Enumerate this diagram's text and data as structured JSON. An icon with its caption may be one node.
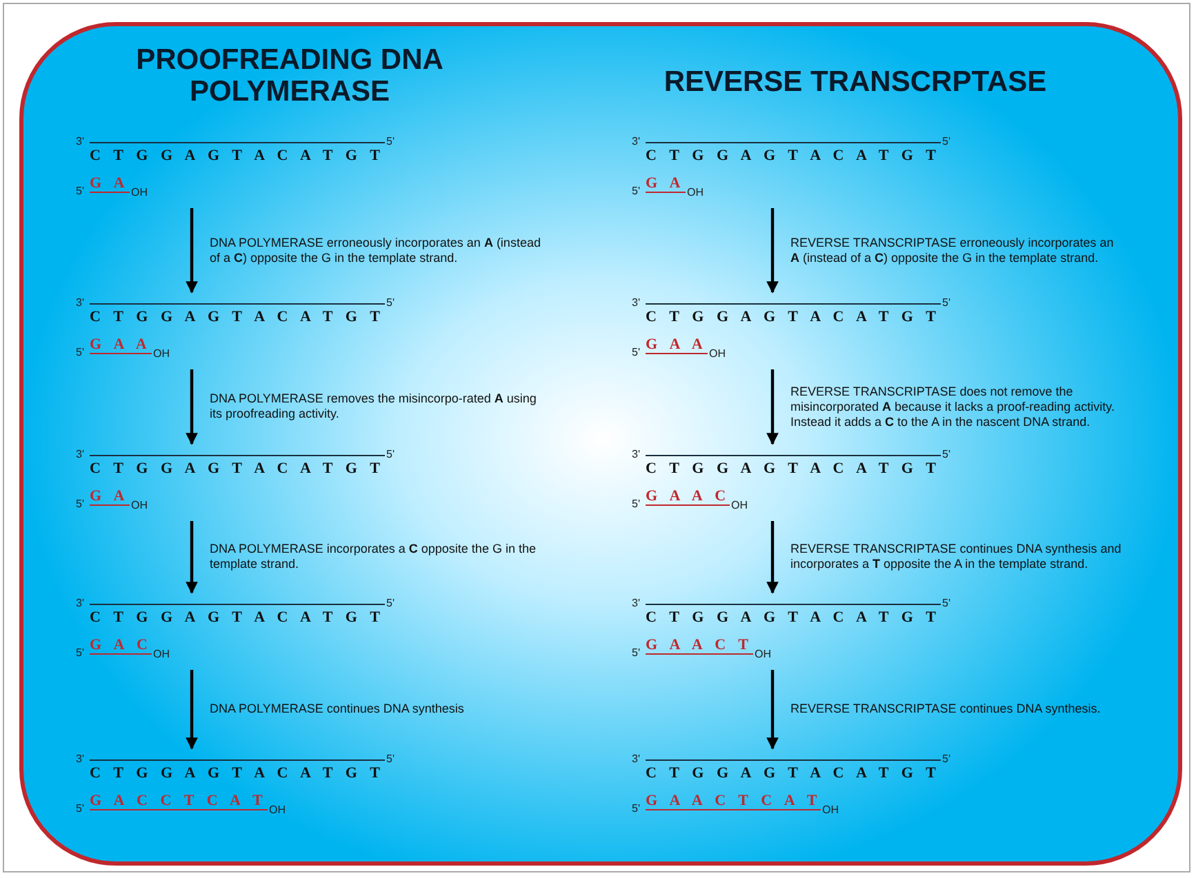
{
  "diagram": {
    "nodes": [
      {
        "text": [
          "3'",
          "C T G G A G T A C A T G T",
          "5'",
          "5'",
          "G A",
          "OH"
        ]
      },
      {
        "text": [
          "3'",
          "C T G G A G T A C A T G T",
          "5'",
          "5'",
          "G A A",
          "OH"
        ]
      },
      {
        "text": [
          "3'",
          "C T G G A G T A C A T G T",
          "5'",
          "5'",
          "G A",
          "OH"
        ]
      },
      {
        "text": [
          "3'",
          "C T G G A G T A C A T G T",
          "5'",
          "5'",
          "G A C",
          "OH"
        ]
      },
      {
        "text": [
          "3'",
          "C T G G A G T A C A T G T",
          "5'",
          "5'",
          "G A C C T C A T",
          "OH"
        ]
      },
      {
        "text": [
          "3'",
          "C T G G A G T A C A T G T",
          "5'",
          "5'",
          "G A",
          "OH"
        ]
      },
      {
        "text": [
          "3'",
          "C T G G A G T A C A T G T",
          "5'",
          "5'",
          "G A A",
          "OH"
        ]
      },
      {
        "text": [
          "3'",
          "C T G G A G T A C A T G T",
          "5'",
          "5'",
          "G A A C",
          "OH"
        ]
      },
      {
        "text": [
          "3'",
          "C T G G A G T A C A T G T",
          "5'",
          "5'",
          "G A A C T",
          "OH"
        ]
      },
      {
        "text": [
          "3'",
          "C T G G A G T A C A T G T",
          "5'",
          "5'",
          "G A A C T C A T",
          "OH"
        ]
      }
    ],
    "edges": [
      {
        "from": 0,
        "to": 1,
        "arrow": "to",
        "label": "DNA POLYMERASE erroneously incorporates an **A** (instead of a **C**) opposite the G in the template strand."
      },
      {
        "from": 1,
        "to": 2,
        "arrow": "to",
        "label": "DNA POLYMERASE removes the misincorpo-rated **A** using its proofreading activity."
      },
      {
        "from": 2,
        "to": 3,
        "arrow": "to",
        "label": "DNA POLYMERASE incorporates a **C** opposite the G in the template strand."
      },
      {
        "from": 3,
        "to": 4,
        "arrow": "to",
        "label": "DNA POLYMERASE continues DNA synthesis"
      },
      {
        "from": 5,
        "to": 6,
        "arrow": "to",
        "label": "REVERSE TRANSCRIPTASE erroneously incorporates an **A** (instead of a **C**) opposite the G in the template strand."
      },
      {
        "from": 6,
        "to": 7,
        "arrow": "to",
        "label": "REVERSE TRANSCRIPTASE does not remove the misincorporated **A** because it lacks a proof-reading activity. Instead it adds a **C** to the A in the nascent DNA strand."
      },
      {
        "from": 7,
        "to": 8,
        "arrow": "to",
        "label": "REVERSE TRANSCRIPTASE continues DNA synthesis and incorporates a **T** opposite the A in the template strand."
      },
      {
        "from": 8,
        "to": 9,
        "arrow": "to",
        "label": "REVERSE TRANSCRIPTASE continues DNA synthesis."
      }
    ],
    "labels": [
      "PROOFREADING DNA POLYMERASE",
      "REVERSE TRANSCRPTASE"
    ]
  }
}
